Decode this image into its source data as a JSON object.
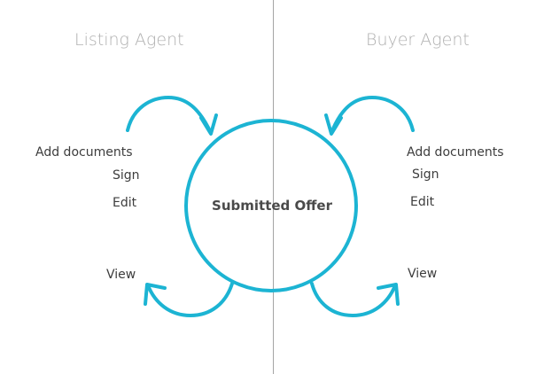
{
  "left_column": {
    "title": "Listing Agent",
    "actions": {
      "add_documents": "Add documents",
      "sign": "Sign",
      "edit": "Edit",
      "view": "View"
    }
  },
  "right_column": {
    "title": "Buyer Agent",
    "actions": {
      "add_documents": "Add documents",
      "sign": "Sign",
      "edit": "Edit",
      "view": "View"
    }
  },
  "center": {
    "label": "Submitted Offer"
  },
  "colors": {
    "accent": "#1cb4d3",
    "divider": "#a4a4a4",
    "title": "#b0b0b0",
    "text": "#3d3d3d"
  },
  "icons": {
    "arrows": [
      "curved-arrow-icon"
    ]
  }
}
